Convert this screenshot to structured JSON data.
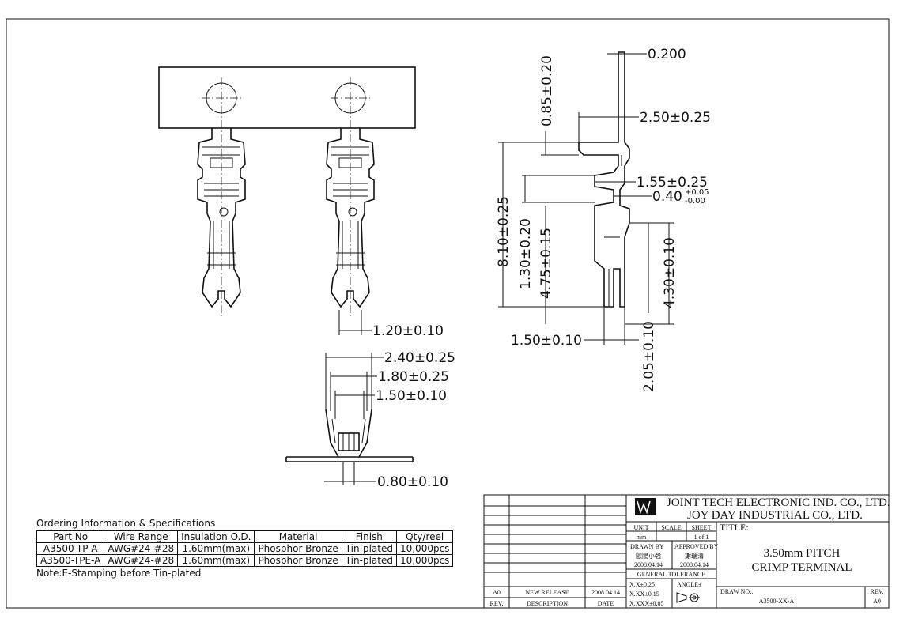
{
  "dimensions": {
    "d_0200": "0.200",
    "d_085": "0.85±0.20",
    "d_250": "2.50±0.25",
    "d_155": "1.55±0.25",
    "d_040_main": "0.40",
    "d_040_plus": "+0.05",
    "d_040_minus": "-0.00",
    "d_810": "8.10±0.25",
    "d_130": "1.30±0.20",
    "d_475": "4.75±0.15",
    "d_430": "4.30±0.10",
    "d_150b": "1.50±0.10",
    "d_205": "2.05±0.10",
    "d_120": "1.20±0.10",
    "d_240": "2.40±0.25",
    "d_180": "1.80±0.25",
    "d_150": "1.50±0.10",
    "d_080": "0.80±0.10"
  },
  "ordering": {
    "title": "Ordering Information & Specifications",
    "headers": [
      "Part No",
      "Wire Range",
      "Insulation O.D.",
      "Material",
      "Finish",
      "Qty/reel"
    ],
    "rows": [
      [
        "A3500-TP-A",
        "AWG#24-#28",
        "1.60mm(max)",
        "Phosphor Bronze",
        "Tin-plated",
        "10,000pcs"
      ],
      [
        "A3500-TPE-A",
        "AWG#24-#28",
        "1.60mm(max)",
        "Phosphor Bronze",
        "Tin-plated",
        "10,000pcs"
      ]
    ],
    "note": "Note:E-Stamping before Tin-plated"
  },
  "title_block": {
    "company_1": "JOINT TECH ELECTRONIC IND. CO., LTD.",
    "company_2": "JOY DAY INDUSTRIAL CO., LTD.",
    "unit_label": "UNIT",
    "scale_label": "SCALE",
    "sheet_label": "SHEET",
    "unit_value": "mm",
    "sheet_value": "1 of 1",
    "title_label": "TITLE:",
    "title_1": "3.50mm PITCH",
    "title_2": "CRIMP TERMINAL",
    "drawn_by_label": "DRAWN BY",
    "approved_by_label": "APPROVED BY",
    "drawn_by": "歐陽小強",
    "approved_by": "謝瑞清",
    "drawn_date": "2008.04.14",
    "approved_date": "2008.04.14",
    "tolerance_label": "GENERAL TOLERANCE",
    "tol_1": "X.X±0.25",
    "tol_2": "X.XX±0.15",
    "tol_3": "X.XXX±0.05",
    "angle_label": "ANGLE±",
    "draw_no_label": "DRAW NO.:",
    "draw_no": "A3500-XX-A",
    "rev_label": "REV.",
    "rev_value": "A0",
    "revision": {
      "rev": "A0",
      "description": "NEW RELEASE",
      "date": "2008.04.14"
    },
    "rev_col": "REV.",
    "desc_col": "DESCRIPTION",
    "date_col": "DATE"
  }
}
